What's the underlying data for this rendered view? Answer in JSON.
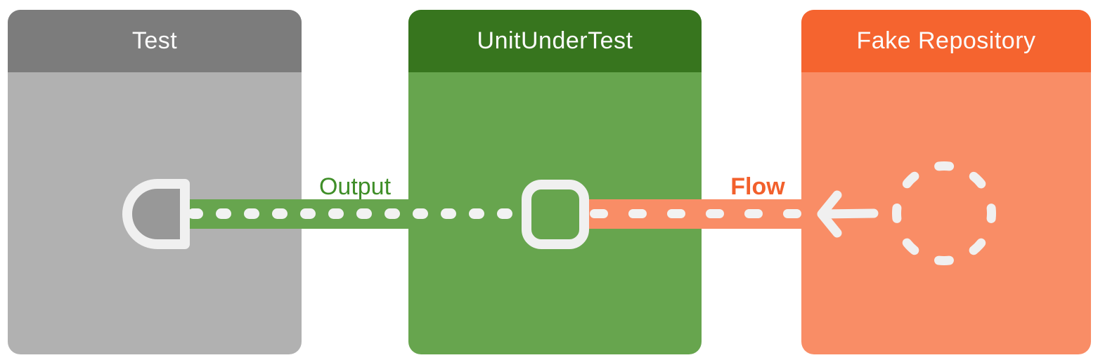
{
  "boxes": [
    {
      "id": "test",
      "title": "Test"
    },
    {
      "id": "unit-under-test",
      "title": "UnitUnderTest"
    },
    {
      "id": "fake-repository",
      "title": "Fake Repository"
    }
  ],
  "connectors": [
    {
      "id": "output",
      "label": "Output",
      "line_style": "dotted",
      "from": "UnitUnderTest",
      "to": "Test"
    },
    {
      "id": "flow",
      "label": "Flow",
      "line_style": "dashed",
      "from": "Fake Repository",
      "to": "UnitUnderTest",
      "arrow": "points-left"
    }
  ],
  "icons": [
    {
      "name": "collector-icon",
      "location": "test-box"
    },
    {
      "name": "unit-square-icon",
      "location": "unit-under-test-box"
    },
    {
      "name": "left-arrow-icon",
      "location": "flow-connector"
    },
    {
      "name": "flow-source-circle-icon",
      "location": "fake-repository-box"
    }
  ],
  "colors": {
    "background": "#ffffff",
    "accent_white": "#f0f0f0",
    "test_header": "#7c7c7c",
    "test_body": "#b1b1b1",
    "collector_fill": "#989898",
    "unit_header": "#37751e",
    "unit_body": "#67a54e",
    "repo_header": "#f5642f",
    "repo_body": "#f98d66",
    "output_label": "#3f8e28",
    "flow_label": "#f2602c",
    "title_text": "#fcfcfc"
  }
}
